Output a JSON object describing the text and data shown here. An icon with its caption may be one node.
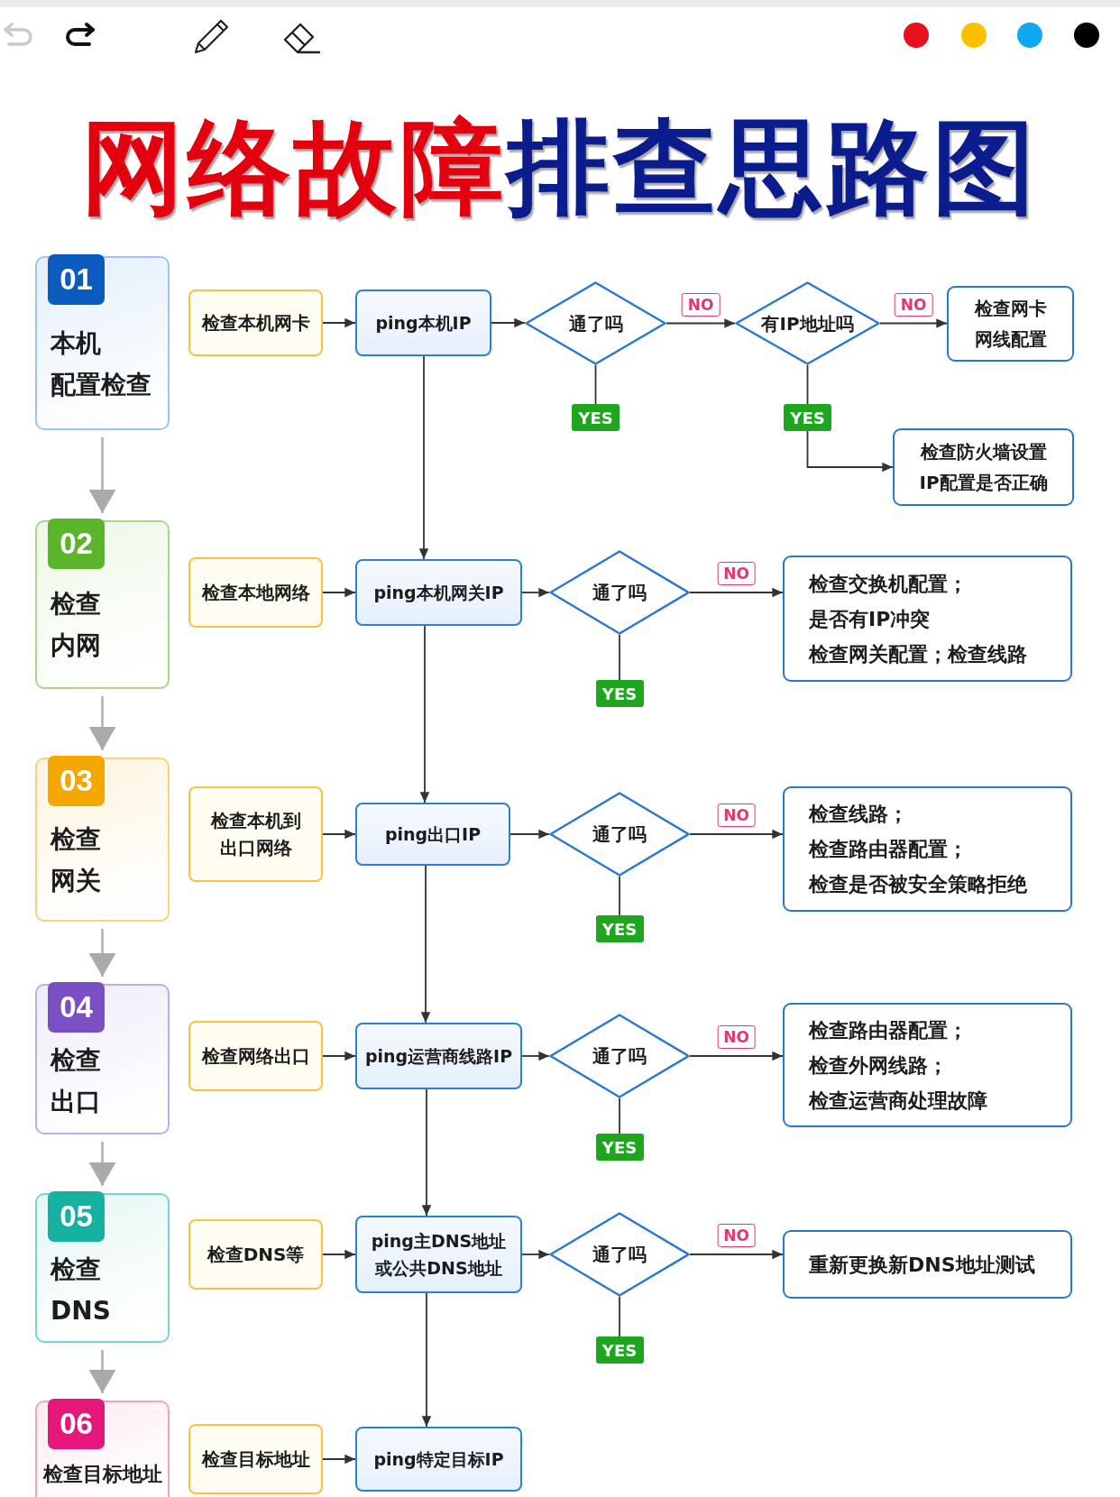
{
  "diagram": {
    "title": "网络故障排查思路图",
    "nodes": [
      {
        "text": [
          "01",
          "本机配置检查"
        ]
      },
      {
        "text": [
          "检查本机网卡"
        ]
      },
      {
        "text": [
          "ping本机IP"
        ]
      },
      {
        "text": [
          "通了吗"
        ]
      },
      {
        "text": [
          "有IP地址吗"
        ]
      },
      {
        "text": [
          "检查网卡网线配置"
        ]
      },
      {
        "text": [
          "YES"
        ]
      },
      {
        "text": [
          "YES"
        ]
      },
      {
        "text": [
          "检查防火墙设置",
          "IP配置是否正确"
        ]
      },
      {
        "text": [
          "02",
          "检查内网"
        ]
      },
      {
        "text": [
          "检查本地网络"
        ]
      },
      {
        "text": [
          "ping本机网关IP"
        ]
      },
      {
        "text": [
          "通了吗"
        ]
      },
      {
        "text": [
          "检查交换机配置；",
          "是否有IP冲突",
          "检查网关配置；检查线路"
        ]
      },
      {
        "text": [
          "YES"
        ]
      },
      {
        "text": [
          "03",
          "检查网关"
        ]
      },
      {
        "text": [
          "检查本机到出口网络"
        ]
      },
      {
        "text": [
          "ping出口IP"
        ]
      },
      {
        "text": [
          "通了吗"
        ]
      },
      {
        "text": [
          "检查线路；",
          "检查路由器配置；",
          "检查是否被安全策略拒绝"
        ]
      },
      {
        "text": [
          "YES"
        ]
      },
      {
        "text": [
          "04",
          "检查出口"
        ]
      },
      {
        "text": [
          "检查网络出口"
        ]
      },
      {
        "text": [
          "ping运营商线路IP"
        ]
      },
      {
        "text": [
          "通了吗"
        ]
      },
      {
        "text": [
          "检查路由器配置；",
          "检查外网线路；",
          "检查运营商处理故障"
        ]
      },
      {
        "text": [
          "YES"
        ]
      },
      {
        "text": [
          "05",
          "检查DNS"
        ]
      },
      {
        "text": [
          "检查DNS等"
        ]
      },
      {
        "text": [
          "ping主DNS地址或公共DNS地址"
        ]
      },
      {
        "text": [
          "通了吗"
        ]
      },
      {
        "text": [
          "重新更换新DNS地址测试"
        ]
      },
      {
        "text": [
          "YES"
        ]
      },
      {
        "text": [
          "06",
          "检查目标地址"
        ]
      },
      {
        "text": [
          "检查目标地址"
        ]
      },
      {
        "text": [
          "ping特定目标IP"
        ]
      }
    ],
    "edges": [
      {
        "from": 1,
        "to": 2,
        "arrow": "to"
      },
      {
        "from": 2,
        "to": 3,
        "arrow": "to"
      },
      {
        "from": 3,
        "to": 4,
        "arrow": "to",
        "label": "NO"
      },
      {
        "from": 4,
        "to": 5,
        "arrow": "to",
        "label": "NO"
      },
      {
        "from": 3,
        "to": 6,
        "arrow": "none"
      },
      {
        "from": 4,
        "to": 7,
        "arrow": "none"
      },
      {
        "from": 7,
        "to": 8,
        "arrow": "to"
      },
      {
        "from": 2,
        "to": 11,
        "arrow": "to"
      },
      {
        "from": 0,
        "to": 9,
        "arrow": "to",
        "color": "#aaaaaa"
      },
      {
        "from": 10,
        "to": 11,
        "arrow": "to"
      },
      {
        "from": 11,
        "to": 12,
        "arrow": "to"
      },
      {
        "from": 12,
        "to": 13,
        "arrow": "to",
        "label": "NO"
      },
      {
        "from": 12,
        "to": 14,
        "arrow": "none"
      },
      {
        "from": 11,
        "to": 17,
        "arrow": "to"
      },
      {
        "from": 9,
        "to": 15,
        "arrow": "to",
        "color": "#aaaaaa"
      },
      {
        "from": 16,
        "to": 17,
        "arrow": "to"
      },
      {
        "from": 17,
        "to": 18,
        "arrow": "to"
      },
      {
        "from": 18,
        "to": 19,
        "arrow": "to",
        "label": "NO"
      },
      {
        "from": 18,
        "to": 20,
        "arrow": "none"
      },
      {
        "from": 17,
        "to": 23,
        "arrow": "to"
      },
      {
        "from": 15,
        "to": 21,
        "arrow": "to",
        "color": "#aaaaaa"
      },
      {
        "from": 22,
        "to": 23,
        "arrow": "to"
      },
      {
        "from": 23,
        "to": 24,
        "arrow": "to"
      },
      {
        "from": 24,
        "to": 25,
        "arrow": "to",
        "label": "NO"
      },
      {
        "from": 24,
        "to": 26,
        "arrow": "none"
      },
      {
        "from": 23,
        "to": 29,
        "arrow": "to"
      },
      {
        "from": 21,
        "to": 27,
        "arrow": "to",
        "color": "#aaaaaa"
      },
      {
        "from": 28,
        "to": 29,
        "arrow": "to"
      },
      {
        "from": 29,
        "to": 30,
        "arrow": "to"
      },
      {
        "from": 30,
        "to": 31,
        "arrow": "to",
        "label": "NO"
      },
      {
        "from": 30,
        "to": 32,
        "arrow": "none"
      },
      {
        "from": 29,
        "to": 35,
        "arrow": "to"
      },
      {
        "from": 27,
        "to": 33,
        "arrow": "to",
        "color": "#aaaaaa"
      },
      {
        "from": 34,
        "to": 35,
        "arrow": "to"
      }
    ]
  }
}
